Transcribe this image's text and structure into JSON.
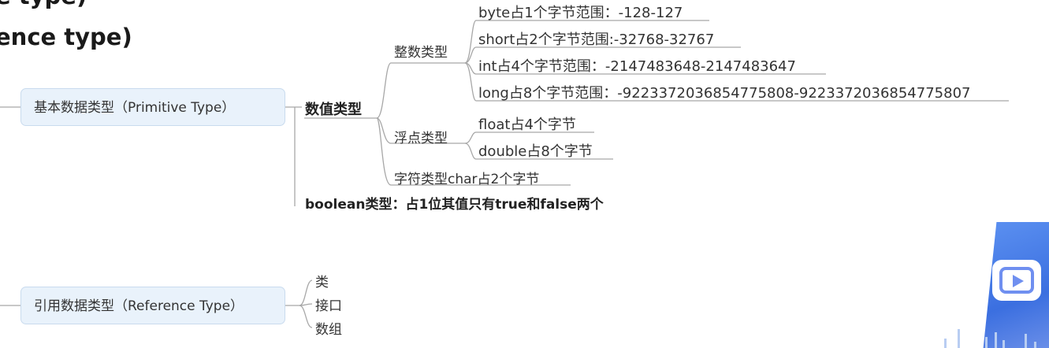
{
  "title": {
    "line1": "e type)",
    "line2": "ence type)"
  },
  "mindmap": {
    "primitive": {
      "label": "基本数据类型（Primitive Type）",
      "numeric": {
        "label": "数值类型",
        "integer": {
          "label": "整数类型",
          "items": [
            "byte占1个字节范围：-128-127",
            "short占2个字节范围:-32768-32767",
            "int占4个字节范围：-2147483648-2147483647",
            "long占8个字节范围：-9223372036854775808-9223372036854775807"
          ]
        },
        "float": {
          "label": "浮点类型",
          "items": [
            "float占4个字节",
            "double占8个字节"
          ]
        },
        "char": "字符类型char占2个字节"
      },
      "boolean": "boolean类型：占1位其值只有true和false两个"
    },
    "reference": {
      "label": "引用数据类型（Reference Type）",
      "items": [
        "类",
        "接口",
        "数组"
      ]
    }
  },
  "colors": {
    "line": "#a7a7a7",
    "node_fill": "#e9f2fb",
    "node_border": "#c9dbee",
    "watermark": "#4a7fea"
  },
  "watermark_icon": "bilibili-tv-icon"
}
